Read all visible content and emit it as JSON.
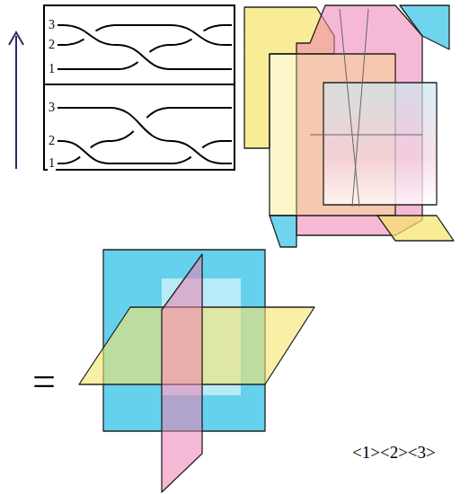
{
  "diagram": {
    "nodes": [
      {
        "text": [
          "3",
          "2",
          "1"
        ]
      },
      {
        "text": [
          "3",
          "2",
          "1"
        ]
      }
    ],
    "labels": [
      "=",
      "<1><2><3>"
    ]
  }
}
